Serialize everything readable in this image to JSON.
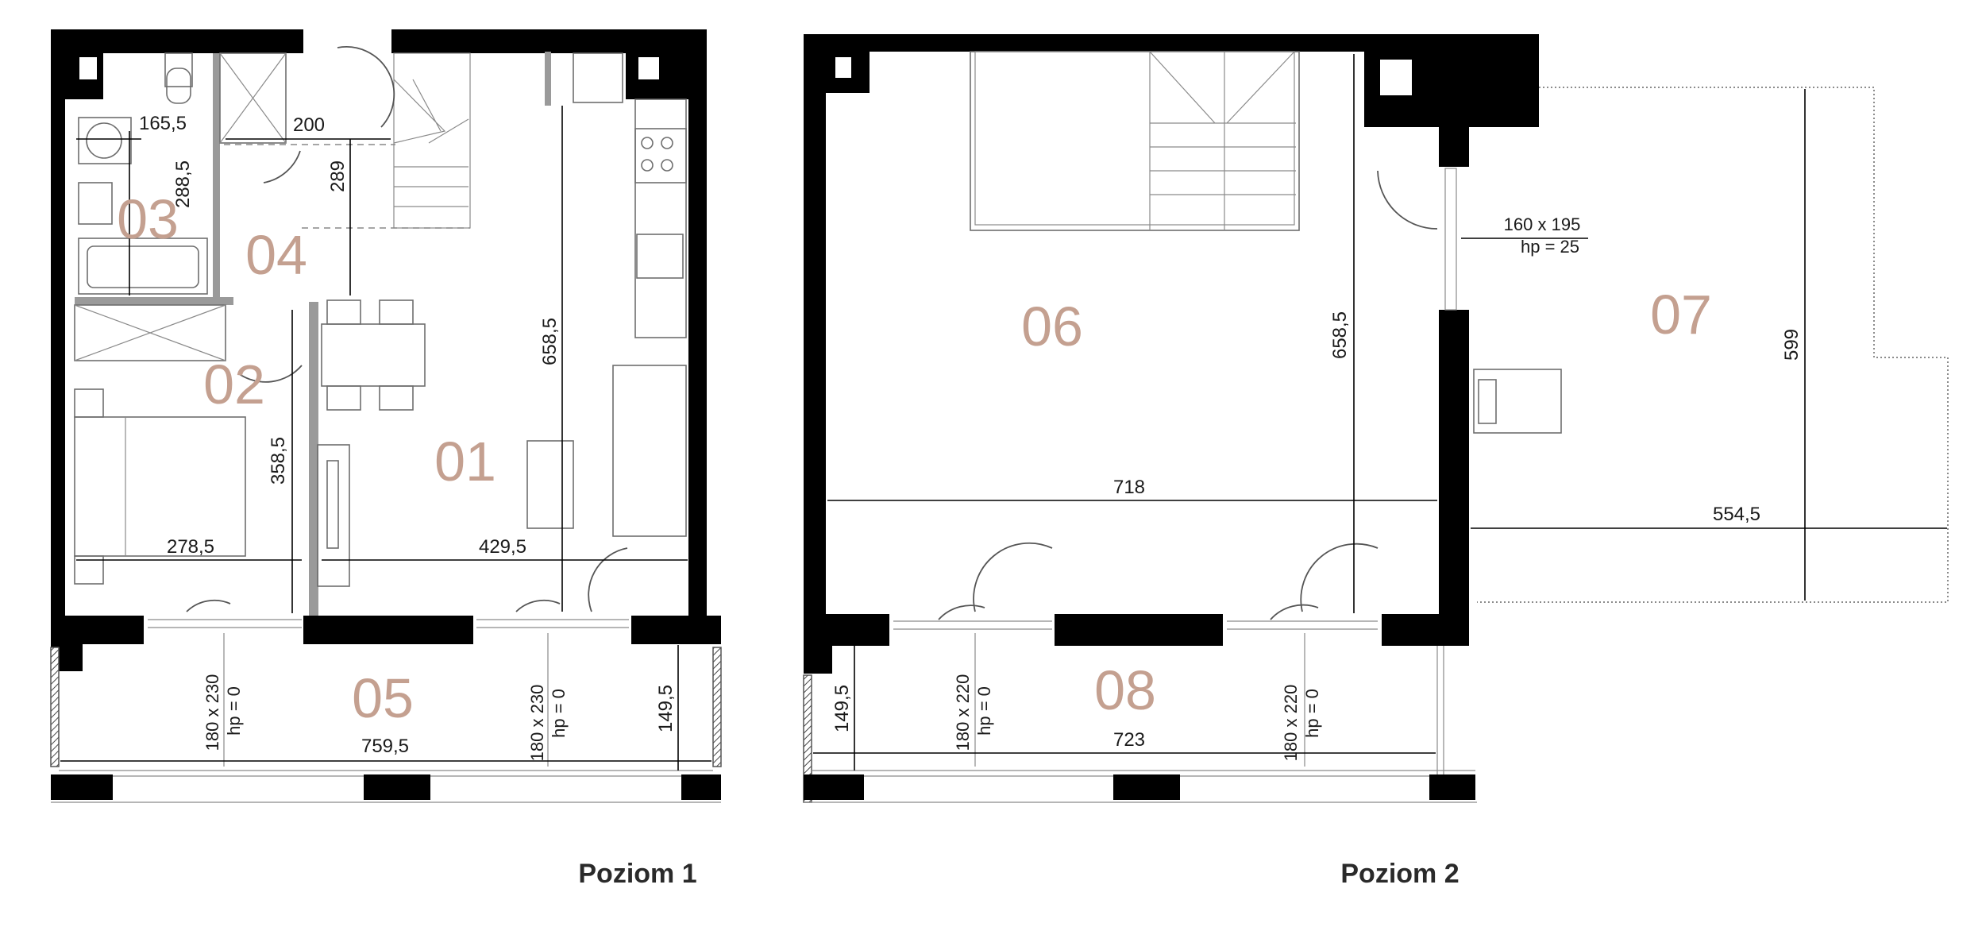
{
  "colors": {
    "room_label": "#c4a090",
    "wall": "#000000",
    "partition": "#9a9a9a",
    "dimension": "#1a1a1a"
  },
  "levels": [
    {
      "title": "Poziom 1",
      "rooms": [
        "01",
        "02",
        "03",
        "04",
        "05"
      ],
      "dimensions": [
        "165,5",
        "200",
        "288,5",
        "289",
        "658,5",
        "358,5",
        "278,5",
        "429,5",
        "149,5",
        "759,5"
      ],
      "windows": [
        {
          "size": "180 x 230",
          "hp": "hp = 0"
        },
        {
          "size": "180 x 230",
          "hp": "hp = 0"
        }
      ]
    },
    {
      "title": "Poziom 2",
      "rooms": [
        "06",
        "07",
        "08"
      ],
      "dimensions": [
        "658,5",
        "718",
        "599",
        "554,5",
        "149,5",
        "723"
      ],
      "windows": [
        {
          "size": "160 x 195",
          "hp": "hp = 25"
        },
        {
          "size": "180 x 220",
          "hp": "hp = 0"
        },
        {
          "size": "180 x 220",
          "hp": "hp = 0"
        }
      ]
    }
  ]
}
